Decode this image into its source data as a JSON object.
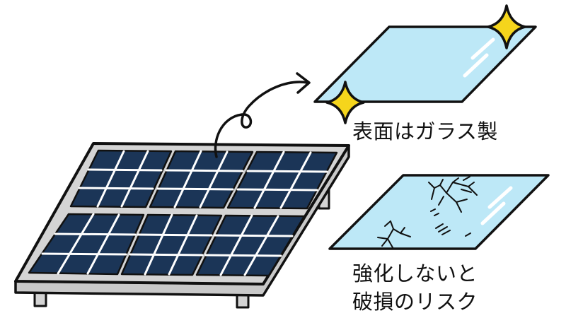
{
  "captions": {
    "glass_surface": "表面はガラス製",
    "risk_line1": "強化しないと",
    "risk_line2": "破損のリスク"
  },
  "colors": {
    "outline": "#111111",
    "cell_blue": "#1b3557",
    "frame_gray": "#d4d4d4",
    "glass_blue": "#bde8f7",
    "sparkle_yellow": "#f5d51c",
    "background": "#ffffff"
  },
  "icons": {
    "sparkle": "sparkle-icon",
    "arrow": "curved-arrow-icon",
    "crack": "crack-icon"
  }
}
